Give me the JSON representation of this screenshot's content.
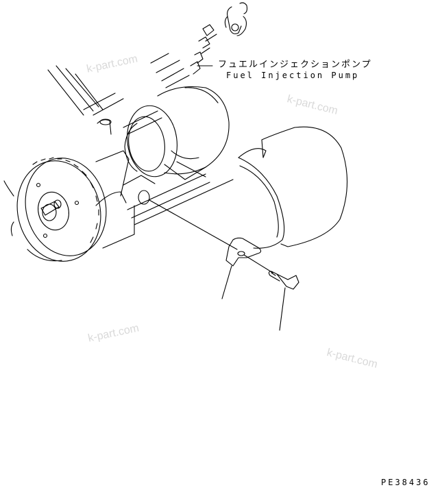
{
  "labels": {
    "part_name_jp": "フュエルインジェクションポンプ",
    "part_name_en": "Fuel Injection Pump",
    "drawing_number": "PE38436"
  },
  "watermark": {
    "text": "k-part.com",
    "color": "#d9d9d9"
  },
  "colors": {
    "line": "#000000",
    "background": "#ffffff"
  }
}
